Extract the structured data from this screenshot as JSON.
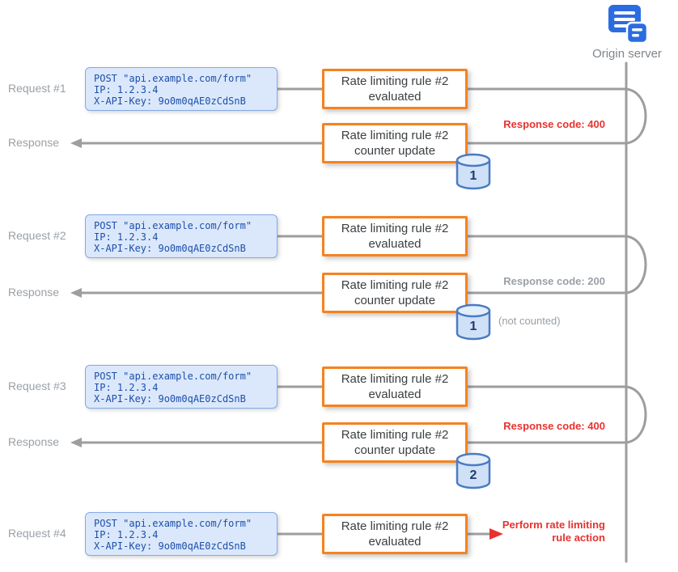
{
  "origin": {
    "label": "Origin server"
  },
  "lanes": [
    "Request #1",
    "Response",
    "Request #2",
    "Response",
    "Request #3",
    "Response",
    "Request #4"
  ],
  "request_card": {
    "line1": "POST \"api.example.com/form\"",
    "line2": "IP: 1.2.3.4",
    "line3": "X-API-Key: 9o0m0qAE0zCdSnB"
  },
  "boxes": {
    "rule_title": "Rate limiting rule #2",
    "evaluated": "evaluated",
    "counter_update": "counter update"
  },
  "counters": [
    "1",
    "1",
    "2"
  ],
  "notes": {
    "code1": "Response code: 400",
    "code2": "Response code: 200",
    "not_counted": "(not counted)",
    "code3": "Response code: 400",
    "action": "Perform rate limiting rule action"
  },
  "colors": {
    "accent_orange": "#f6821f",
    "card_blue": "#dbe8fc",
    "alert_red": "#e8322f",
    "line_gray": "#9e9e9e",
    "icon_blue": "#2b6de0"
  }
}
